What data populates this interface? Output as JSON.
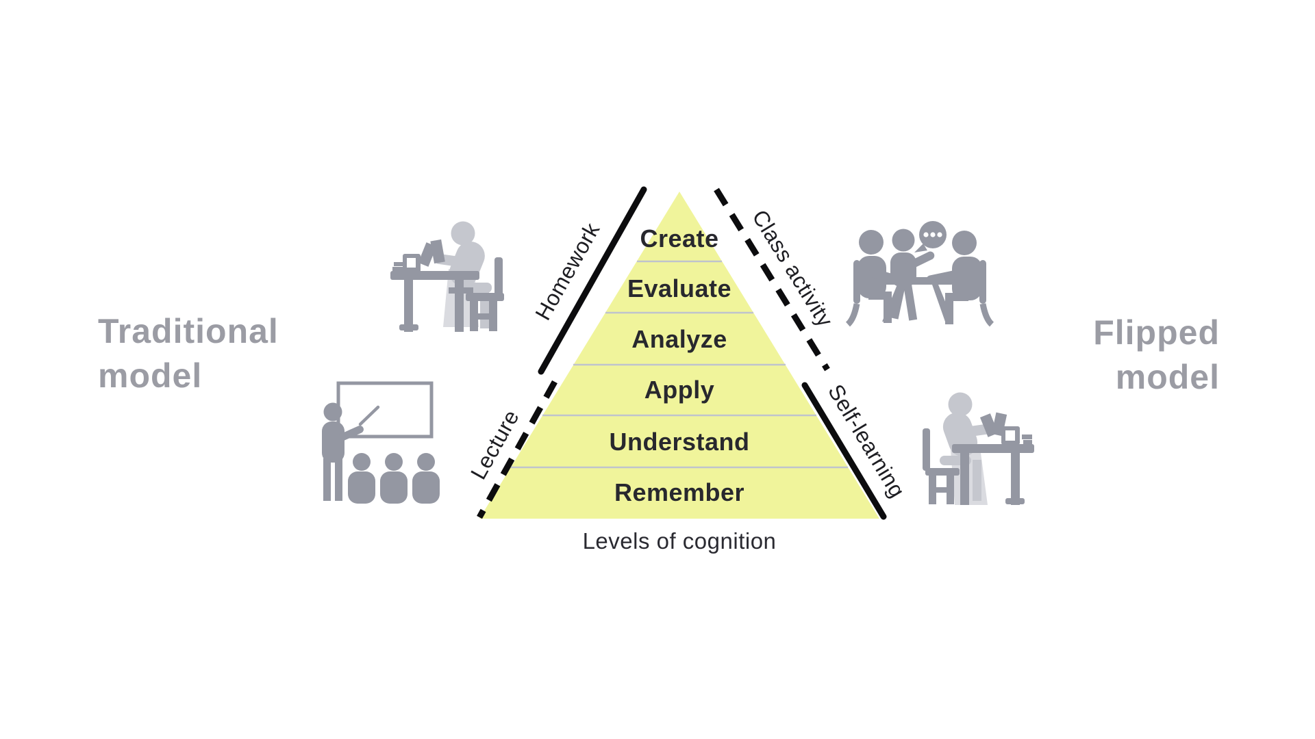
{
  "title_left": {
    "line1": "Traditional",
    "line2": "model"
  },
  "title_right": {
    "line1": "Flipped",
    "line2": "model"
  },
  "pyramid": {
    "levels": [
      "Create",
      "Evaluate",
      "Analyze",
      "Apply",
      "Understand",
      "Remember"
    ],
    "caption": "Levels of cognition"
  },
  "edge_labels": {
    "top_left": "Homework",
    "bottom_left": "Lecture",
    "top_right": "Class activity",
    "bottom_right": "Self-learning"
  },
  "icons": {
    "top_left": "student-studying-at-desk-icon",
    "bottom_left": "teacher-lecture-whiteboard-icon",
    "top_right": "group-discussion-table-icon",
    "bottom_right": "self-learning-at-desk-icon"
  },
  "colors": {
    "background": "#ffffff",
    "pyramid_fill": "#f0f49b",
    "separator": "#bfc3cd",
    "level_text": "#28282e",
    "edge_line": "#0c0c0e",
    "title_gray": "#9b9ca4",
    "icon_dark": "#9497a2",
    "icon_light": "#c5c7ce",
    "icon_lighter": "#dadbe0"
  }
}
